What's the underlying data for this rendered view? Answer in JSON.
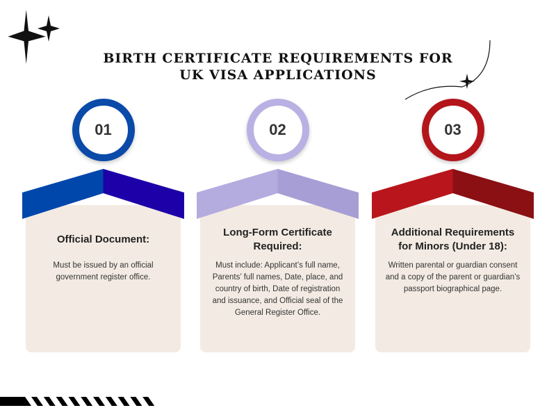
{
  "title": {
    "line1": "BIRTH CERTIFICATE REQUIREMENTS FOR",
    "line2": "UK VISA APPLICATIONS"
  },
  "steps": [
    {
      "number": "01",
      "heading": "Official Document:",
      "text": "Must be issued by an official government register office.",
      "color_left": "#0047ab",
      "color_right": "#1d00a8",
      "ring": "#0a4aa8"
    },
    {
      "number": "02",
      "heading": "Long-Form Certificate Required:",
      "text": "Must include: Applicant’s full name, Parents’ full names, Date, place, and country of birth, Date of registration and issuance, and Official seal of the General Register Office.",
      "color_left": "#b4acdf",
      "color_right": "#a79ed5",
      "ring": "#b9b1e3"
    },
    {
      "number": "03",
      "heading": "Additional Requirements for Minors (Under 18):",
      "text": "Written parental or guardian consent and a copy of the parent or guardian’s passport biographical page.",
      "color_left": "#b8161c",
      "color_right": "#8a1014",
      "ring": "#b3151b"
    }
  ],
  "colors": {
    "card_bg": "#f3ebe3",
    "text": "#222222"
  }
}
